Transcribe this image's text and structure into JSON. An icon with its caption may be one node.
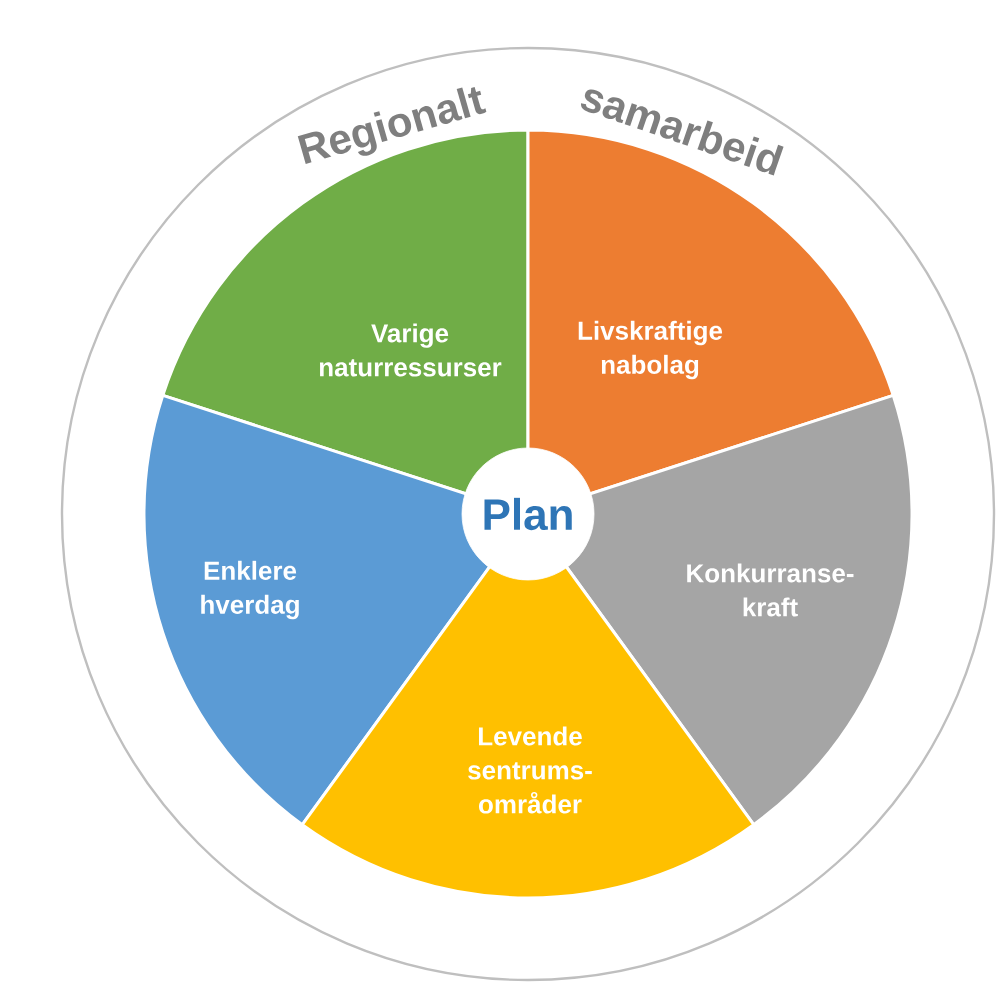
{
  "diagram": {
    "nodes": [
      {
        "text": [
          "Regionalt",
          "samarbeid"
        ]
      },
      {
        "text": [
          "Varige naturressurser"
        ],
        "in": 0
      },
      {
        "text": [
          "Livskraftige nabolag"
        ],
        "in": 0
      },
      {
        "text": [
          "Enklere hverdag"
        ],
        "in": 0
      },
      {
        "text": [
          "Konkurranse- kraft"
        ],
        "in": 0
      },
      {
        "text": [
          "Levende sentrums- områder"
        ],
        "in": 0
      },
      {
        "text": [
          "Plan"
        ],
        "in": 0
      }
    ]
  }
}
